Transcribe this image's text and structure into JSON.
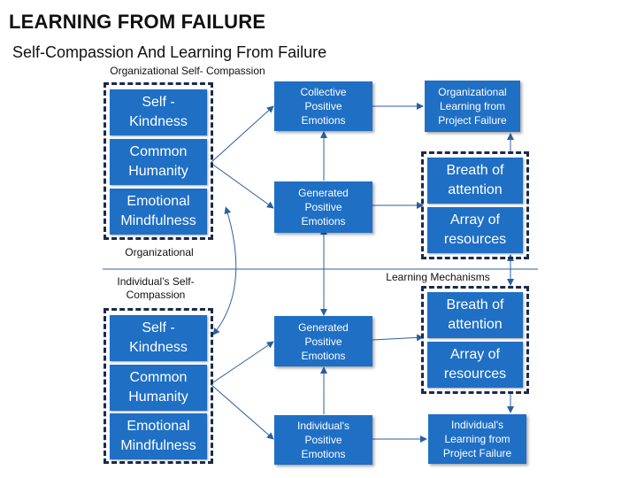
{
  "title": "LEARNING FROM FAILURE",
  "subtitle": "Self-Compassion And Learning From Failure",
  "labels": {
    "org_self_compassion": "Organizational Self- Compassion",
    "organizational": "Organizational",
    "individual_self_compassion": "Individual’s Self-\nCompassion",
    "learning_mechanisms": "Learning Mechanisms"
  },
  "org_group": {
    "self_kindness": "Self -\nKindness",
    "common_humanity": "Common\nHumanity",
    "emotional_mindfulness": "Emotional\nMindfulness"
  },
  "ind_group": {
    "self_kindness": "Self -\nKindness",
    "common_humanity": "Common\nHumanity",
    "emotional_mindfulness": "Emotional\nMindfulness"
  },
  "nodes": {
    "collective_positive_emotions": "Collective\nPositive\nEmotions",
    "org_generated_positive_emotions": "Generated\nPositive\nEmotions",
    "ind_generated_positive_emotions": "Generated\nPositive\nEmotions",
    "individuals_positive_emotions": "Individual's\nPositive\nEmotions",
    "organizational_learning": "Organizational\nLearning from\nProject Failure",
    "individuals_learning": "Individual's\nLearning from\nProject Failure"
  },
  "mechanisms_top": {
    "breath_of_attention": "Breath of\nattention",
    "array_of_resources": "Array of\nresources"
  },
  "mechanisms_bottom": {
    "breath_of_attention": "Breath of\nattention",
    "array_of_resources": "Array of\nresources"
  },
  "colors": {
    "box_fill": "#1f6fc5",
    "dashed_border": "#1b2a4a",
    "connector": "#2b5f9e"
  }
}
